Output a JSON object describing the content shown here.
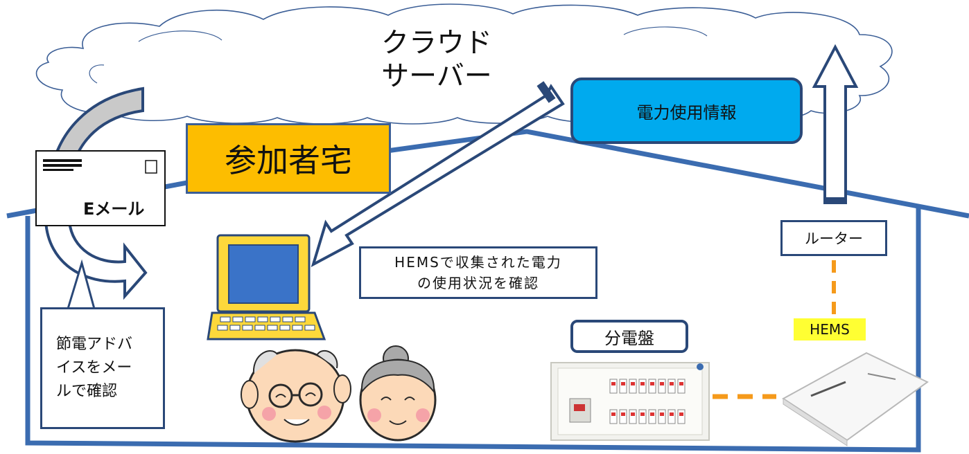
{
  "cloud": {
    "line1": "クラウド",
    "line2": "サーバー"
  },
  "house_label": "参加者宅",
  "power_info": "電力使用情報",
  "email_label": "Eメール",
  "router_label": "ルーター",
  "hems_label": "HEMS",
  "panel_label": "分電盤",
  "pc_callout": {
    "line1": "HEMSで収集された電力",
    "line2": "の使用状況を確認"
  },
  "advice": {
    "line1": "節電アドバ",
    "line2": "イスをメー",
    "line3": "ルで確認"
  },
  "colors": {
    "accent_orange": "#fdbd00",
    "info_blue": "#00aaee",
    "outline_blue": "#3b5e96",
    "dashed_link": "#f59a1b",
    "hems_highlight": "#ffff33"
  }
}
